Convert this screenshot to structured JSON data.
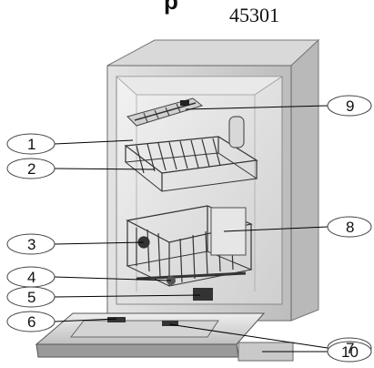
{
  "header": {
    "heading_fragment": "p",
    "model": "45301"
  },
  "callouts": [
    {
      "id": "1",
      "label": "1"
    },
    {
      "id": "2",
      "label": "2"
    },
    {
      "id": "3",
      "label": "3"
    },
    {
      "id": "4",
      "label": "4"
    },
    {
      "id": "5",
      "label": "5"
    },
    {
      "id": "6",
      "label": "6"
    },
    {
      "id": "7",
      "label": "7"
    },
    {
      "id": "8",
      "label": "8"
    },
    {
      "id": "9",
      "label": "9"
    },
    {
      "id": "10",
      "label": "10"
    }
  ]
}
